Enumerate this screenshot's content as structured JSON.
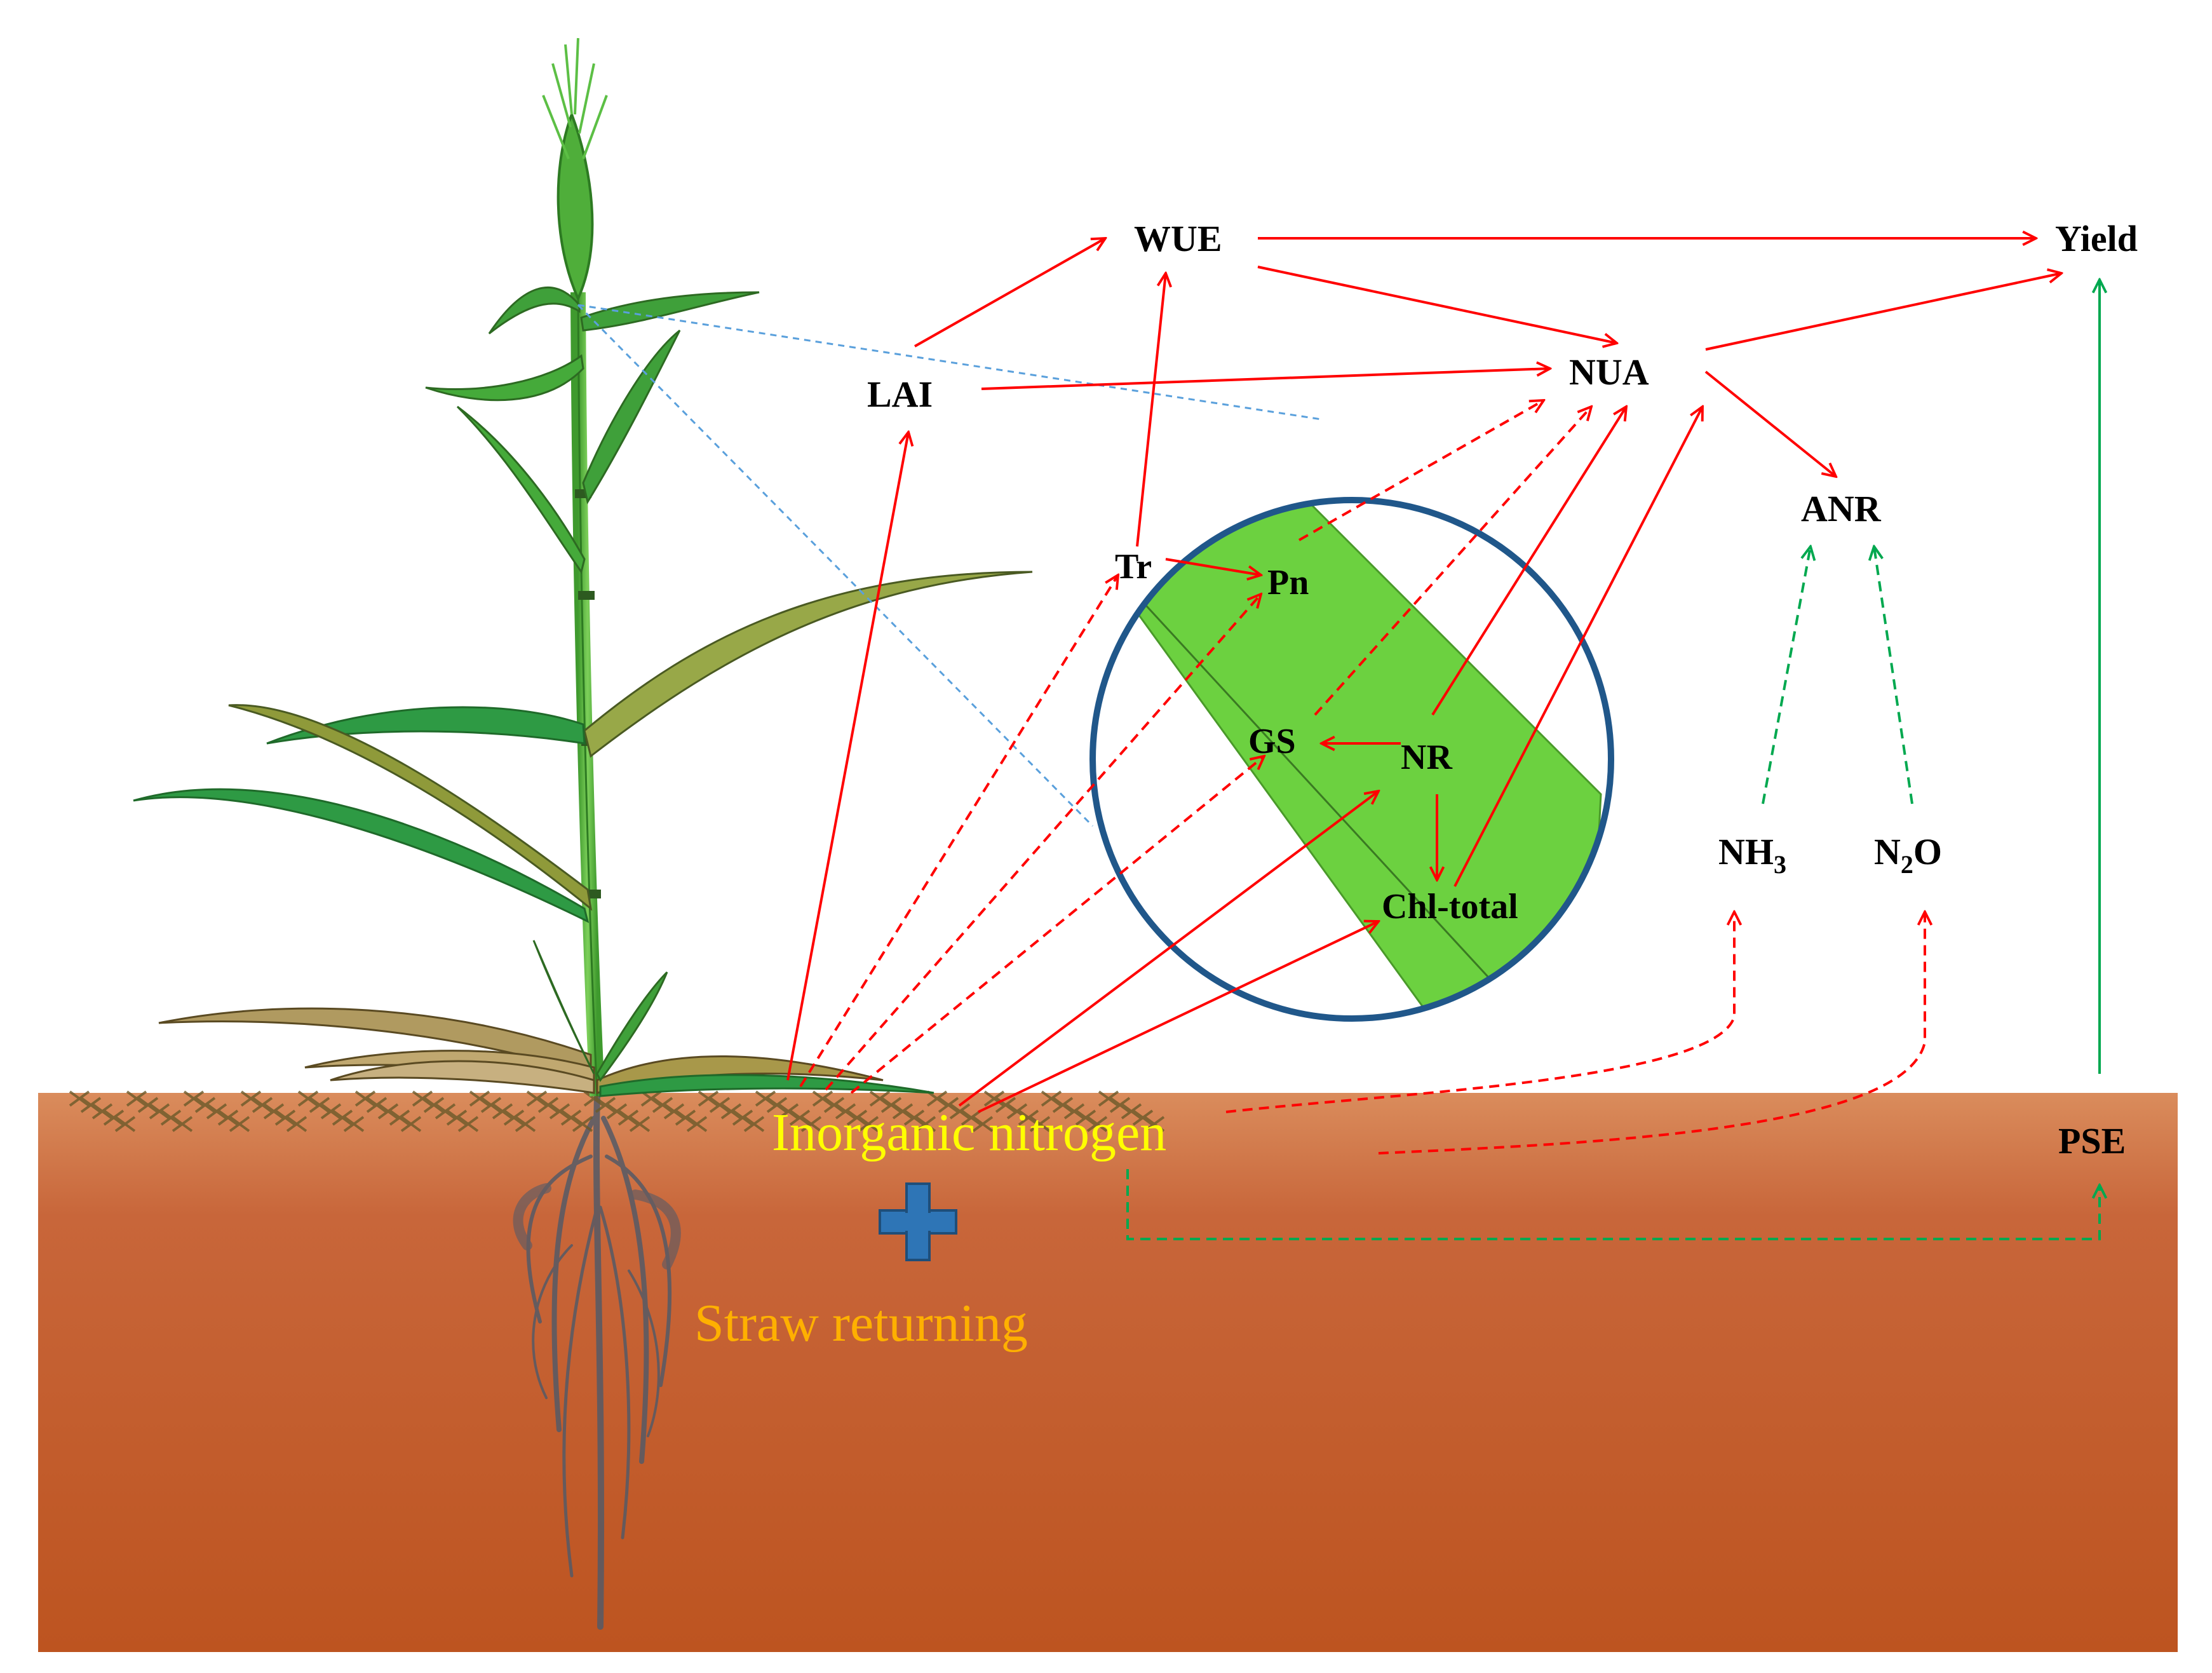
{
  "nodes": {
    "wue": "WUE",
    "yield": "Yield",
    "lai": "LAI",
    "nua": "NUA",
    "anr": "ANR",
    "tr": "Tr",
    "pn": "Pn",
    "gs": "GS",
    "nr": "NR",
    "chl_total": "Chl-total",
    "nh3_base": "NH",
    "nh3_sub": "3",
    "n2o_base": "N",
    "n2o_sub": "2",
    "n2o_tail": "O",
    "pse": "PSE"
  },
  "soil_labels": {
    "inorganic_nitrogen": "Inorganic nitrogen",
    "plus_symbol": "+",
    "straw_returning": "Straw returning"
  },
  "colors": {
    "red_arrow": "#ff0000",
    "green_arrow": "#00a84f",
    "soil_top": "#d98a5a",
    "soil_bottom": "#bd5420",
    "leaf_disk": "#6cd140",
    "circle_border": "#20578a",
    "inorganic_text": "#ffff00",
    "straw_text": "#ffb000",
    "plus_color": "#2e75b6"
  }
}
